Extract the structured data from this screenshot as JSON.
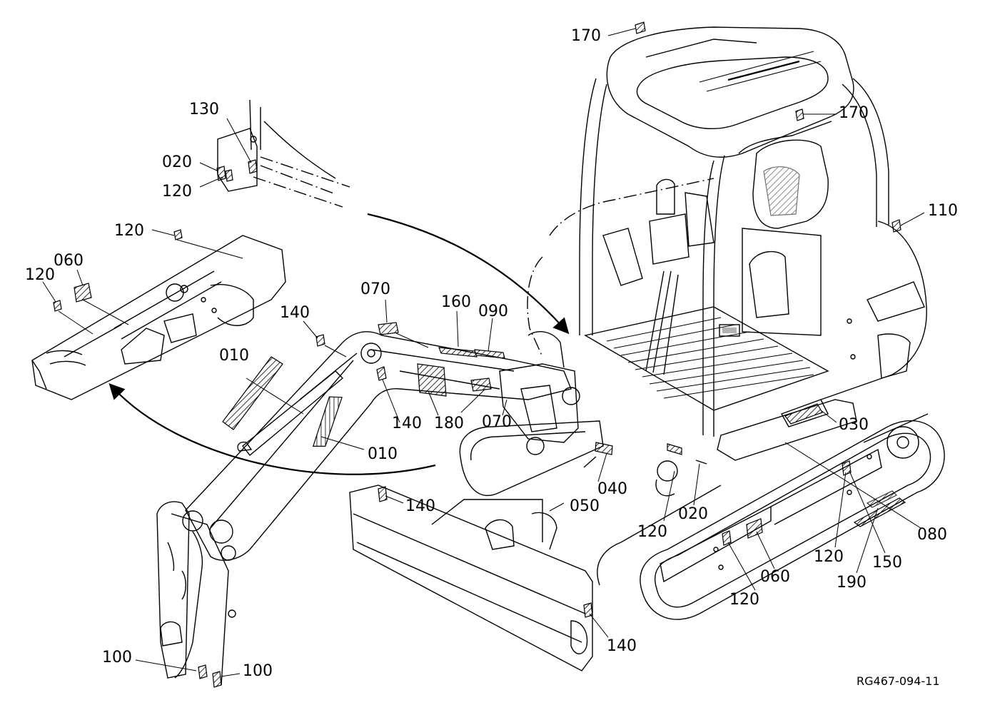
{
  "diagram": {
    "reference_code": "RG467-094-11",
    "callouts": [
      {
        "id": "c-170-top",
        "text": "170"
      },
      {
        "id": "c-170-right",
        "text": "170"
      },
      {
        "id": "c-130",
        "text": "130"
      },
      {
        "id": "c-020-left",
        "text": "020"
      },
      {
        "id": "c-120-a",
        "text": "120"
      },
      {
        "id": "c-110",
        "text": "110"
      },
      {
        "id": "c-120-b",
        "text": "120"
      },
      {
        "id": "c-060-left",
        "text": "060"
      },
      {
        "id": "c-120-c",
        "text": "120"
      },
      {
        "id": "c-070-top",
        "text": "070"
      },
      {
        "id": "c-160",
        "text": "160"
      },
      {
        "id": "c-090",
        "text": "090"
      },
      {
        "id": "c-140-a",
        "text": "140"
      },
      {
        "id": "c-010-a",
        "text": "010"
      },
      {
        "id": "c-140-b",
        "text": "140"
      },
      {
        "id": "c-180",
        "text": "180"
      },
      {
        "id": "c-070-mid",
        "text": "070"
      },
      {
        "id": "c-030",
        "text": "030"
      },
      {
        "id": "c-010-b",
        "text": "010"
      },
      {
        "id": "c-040",
        "text": "040"
      },
      {
        "id": "c-140-c",
        "text": "140"
      },
      {
        "id": "c-050",
        "text": "050"
      },
      {
        "id": "c-020-right",
        "text": "020"
      },
      {
        "id": "c-120-d",
        "text": "120"
      },
      {
        "id": "c-080",
        "text": "080"
      },
      {
        "id": "c-120-e",
        "text": "120"
      },
      {
        "id": "c-150",
        "text": "150"
      },
      {
        "id": "c-060-right",
        "text": "060"
      },
      {
        "id": "c-190",
        "text": "190"
      },
      {
        "id": "c-120-f",
        "text": "120"
      },
      {
        "id": "c-140-d",
        "text": "140"
      },
      {
        "id": "c-100-a",
        "text": "100"
      },
      {
        "id": "c-100-b",
        "text": "100"
      }
    ]
  }
}
